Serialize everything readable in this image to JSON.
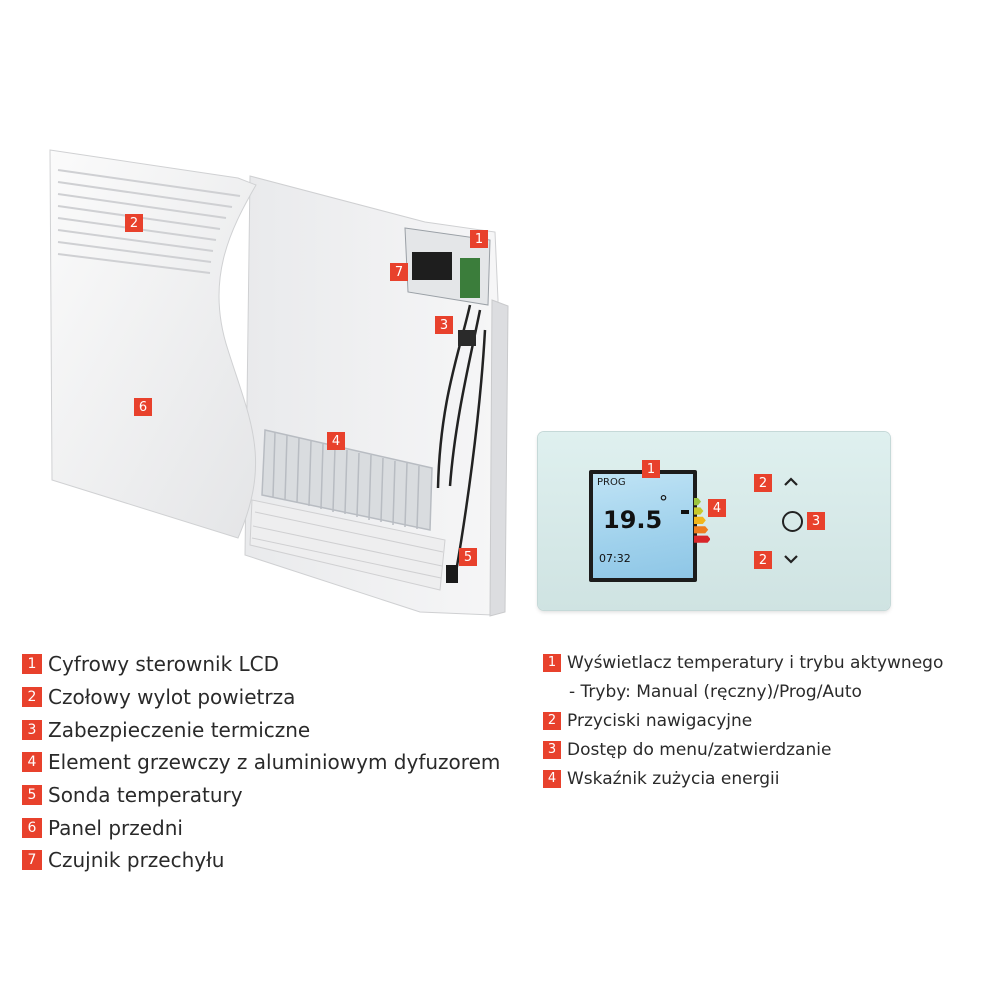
{
  "heater_badges": [
    "2",
    "1",
    "7",
    "3",
    "6",
    "4",
    "5"
  ],
  "panel": {
    "lcd_mode": "PROG",
    "lcd_temperature": "19.5",
    "lcd_degree": "°",
    "lcd_time": "07:32",
    "badge_display": "1",
    "badge_energy": "4",
    "badge_nav_up": "2",
    "badge_nav_down": "2",
    "badge_ok": "3",
    "energy_colors": [
      "#9bc53d",
      "#c8c92d",
      "#f1b51c",
      "#ee7b1f",
      "#d8262a"
    ]
  },
  "legend_left": [
    {
      "num": "1",
      "text": "Cyfrowy sterownik LCD"
    },
    {
      "num": "2",
      "text": "Czołowy wylot powietrza"
    },
    {
      "num": "3",
      "text": "Zabezpieczenie termiczne"
    },
    {
      "num": "4",
      "text": "Element grzewczy z aluminiowym dyfuzorem"
    },
    {
      "num": "5",
      "text": "Sonda temperatury"
    },
    {
      "num": "6",
      "text": "Panel przedni"
    },
    {
      "num": "7",
      "text": "Czujnik przechyłu"
    }
  ],
  "legend_right": [
    {
      "num": "1",
      "text": "Wyświetlacz temperatury i trybu aktywnego"
    },
    {
      "num": "",
      "text": "- Tryby: Manual (ręczny)/Prog/Auto"
    },
    {
      "num": "2",
      "text": "Przyciski nawigacyjne"
    },
    {
      "num": "3",
      "text": "Dostęp do menu/zatwierdzanie"
    },
    {
      "num": "4",
      "text": "Wskaźnik zużycia energii"
    }
  ],
  "colors": {
    "badge": "#e8412c",
    "panel": "#d6e9e8",
    "text": "#2a2a2a"
  }
}
